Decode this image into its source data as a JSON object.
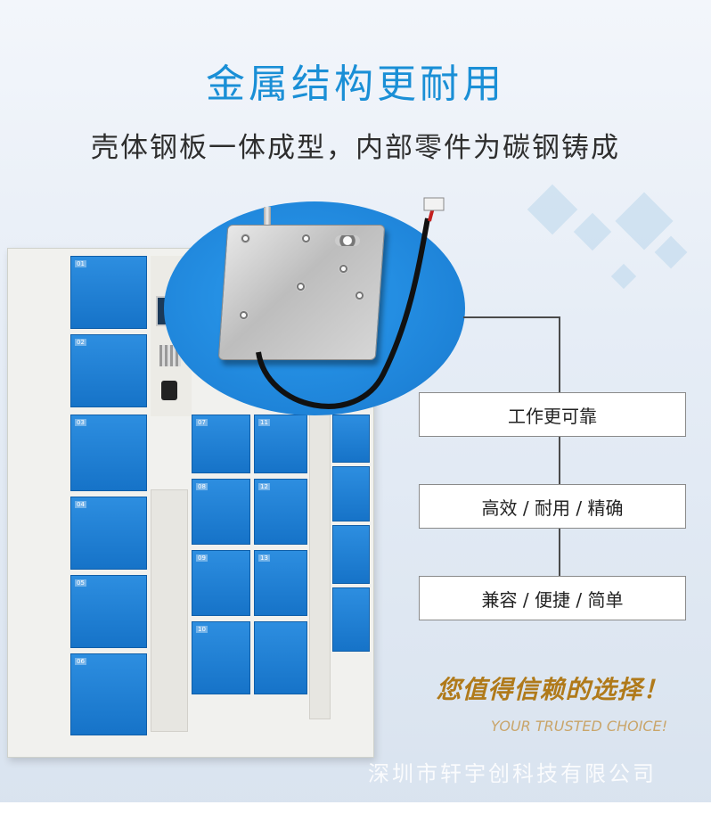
{
  "header": {
    "title": "金属结构更耐用",
    "subtitle": "壳体钢板一体成型，内部零件为碳钢铸成"
  },
  "locker": {
    "door_numbers": [
      "01",
      "02",
      "03",
      "04",
      "05",
      "06",
      "07",
      "08",
      "09",
      "10",
      "11",
      "12",
      "13"
    ]
  },
  "features": [
    {
      "label": "工作更可靠"
    },
    {
      "label": "高效 / 耐用 / 精确"
    },
    {
      "label": "兼容 / 便捷 / 简单"
    }
  ],
  "slogan": {
    "cn": "您值得信赖的选择！",
    "en": "YOUR TRUSTED CHOICE!"
  },
  "company": "深圳市轩宇创科技有限公司",
  "colors": {
    "title": "#1a8fd6",
    "locker_door": "#1e7fd4",
    "oval": "#1e83d8",
    "slogan": "#b07a1a"
  }
}
